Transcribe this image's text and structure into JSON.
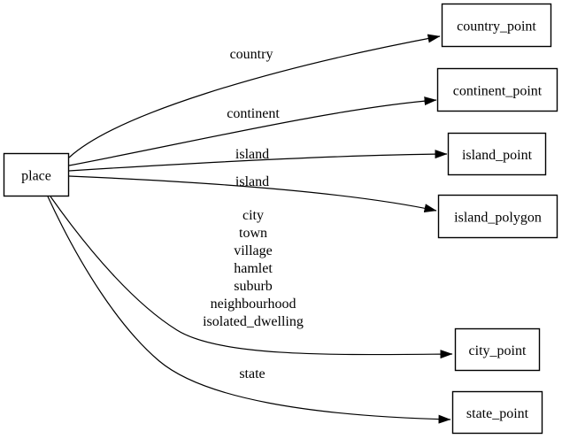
{
  "diagram": {
    "type": "directed-graph",
    "background_color": "#ffffff",
    "line_color": "#000000",
    "text_color": "#000000",
    "nodes": [
      {
        "id": "place",
        "label": "place"
      },
      {
        "id": "country_point",
        "label": "country_point"
      },
      {
        "id": "continent_point",
        "label": "continent_point"
      },
      {
        "id": "island_point",
        "label": "island_point"
      },
      {
        "id": "island_polygon",
        "label": "island_polygon"
      },
      {
        "id": "city_point",
        "label": "city_point"
      },
      {
        "id": "state_point",
        "label": "state_point"
      }
    ],
    "edges": [
      {
        "from": "place",
        "to": "country_point",
        "label": "country"
      },
      {
        "from": "place",
        "to": "continent_point",
        "label": "continent"
      },
      {
        "from": "place",
        "to": "island_point",
        "label": "island"
      },
      {
        "from": "place",
        "to": "island_polygon",
        "label": "island"
      },
      {
        "from": "place",
        "to": "city_point",
        "label_lines": [
          "city",
          "town",
          "village",
          "hamlet",
          "suburb",
          "neighbourhood",
          "isolated_dwelling"
        ]
      },
      {
        "from": "place",
        "to": "state_point",
        "label": "state"
      }
    ]
  }
}
